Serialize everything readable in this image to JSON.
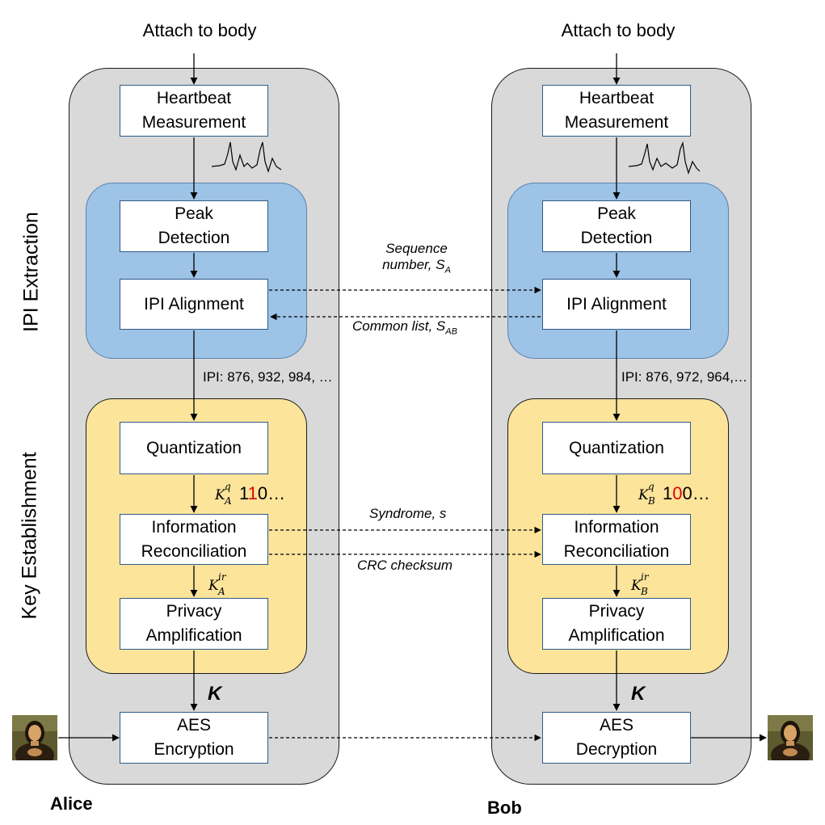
{
  "sections": {
    "ipi_extraction": "IPI Extraction",
    "key_establishment": "Key Establishment"
  },
  "alice": {
    "name": "Alice",
    "attach": "Attach to body",
    "heartbeat": [
      "Heartbeat",
      "Measurement"
    ],
    "peak": [
      "Peak",
      "Detection"
    ],
    "ipi_alignment": "IPI Alignment",
    "ipi_values": "IPI: 876, 932, 984, …",
    "quantization": "Quantization",
    "key_q": {
      "symbol": "K",
      "sup": "q",
      "sub": "A",
      "bits_pre": "1",
      "bits_red": "1",
      "bits_post": "0…"
    },
    "info_rec": [
      "Information",
      "Reconciliation"
    ],
    "key_ir": {
      "symbol": "K",
      "sup": "ir",
      "sub": "A"
    },
    "privacy": [
      "Privacy",
      "Amplification"
    ],
    "k": "K",
    "aes": [
      "AES",
      "Encryption"
    ]
  },
  "bob": {
    "name": "Bob",
    "attach": "Attach to body",
    "heartbeat": [
      "Heartbeat",
      "Measurement"
    ],
    "peak": [
      "Peak",
      "Detection"
    ],
    "ipi_alignment": "IPI Alignment",
    "ipi_values": "IPI: 876, 972, 964,…",
    "quantization": "Quantization",
    "key_q": {
      "symbol": "K",
      "sup": "q",
      "sub": "B",
      "bits_pre": "1",
      "bits_red": "0",
      "bits_post": "0…"
    },
    "info_rec": [
      "Information",
      "Reconciliation"
    ],
    "key_ir": {
      "symbol": "K",
      "sup": "ir",
      "sub": "B"
    },
    "privacy": [
      "Privacy",
      "Amplification"
    ],
    "k": "K",
    "aes": [
      "AES",
      "Decryption"
    ]
  },
  "messages": {
    "sequence": [
      "Sequence",
      "number, S",
      "A"
    ],
    "common": [
      "Common list, S",
      "AB"
    ],
    "syndrome": "Syndrome, s",
    "crc": "CRC checksum"
  },
  "colors": {
    "panel": "#d9d9d9",
    "blue_zone": "#9dc3e6",
    "yellow_zone": "#fde49b",
    "box_border": "#2e5a87",
    "red_bit": "#e00000"
  },
  "icons": [
    "heartbeat-waveform-icon",
    "mona-lisa-image-icon"
  ]
}
